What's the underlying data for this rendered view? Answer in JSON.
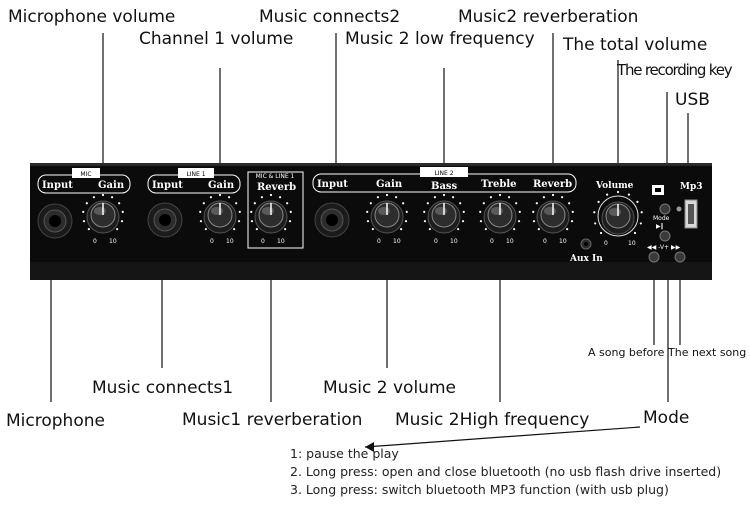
{
  "callouts": {
    "mic_volume": "Microphone volume",
    "music_connects2": "Music connects2",
    "music2_reverb": "Music2 reverberation",
    "channel1_volume": "Channel 1 volume",
    "music2_low": "Music 2 low frequency",
    "total_volume": "The total volume",
    "recording_key": "The recording key",
    "usb": "USB",
    "song_before": "A song before",
    "next_song": "The next song",
    "music_connects1": "Music connects1",
    "music2_volume": "Music 2 volume",
    "microphone": "Microphone",
    "music1_reverb": "Music1 reverberation",
    "music2_high": "Music 2High frequency",
    "mode": "Mode"
  },
  "notes": [
    "1: pause the play",
    "2. Long press: open and close bluetooth (no usb flash drive inserted)",
    "3. Long press: switch bluetooth MP3 function (with usb plug)"
  ],
  "panel": {
    "mic_group": "MIC",
    "line1_group": "LINE 1",
    "micline_group": "MIC & LINE 1",
    "line2_group": "LINE 2",
    "input": "Input",
    "gain": "Gain",
    "reverb": "Reverb",
    "bass": "Bass",
    "treble": "Treble",
    "volume": "Volume",
    "mp3": "Mp3",
    "mode": "Mode",
    "play": "▶‖",
    "aux_in": "Aux In",
    "transport": "◀◀ -V+ ▶▶",
    "scale_min": "0",
    "scale_max": "10",
    "vol_min": "0",
    "vol_max": "10"
  }
}
